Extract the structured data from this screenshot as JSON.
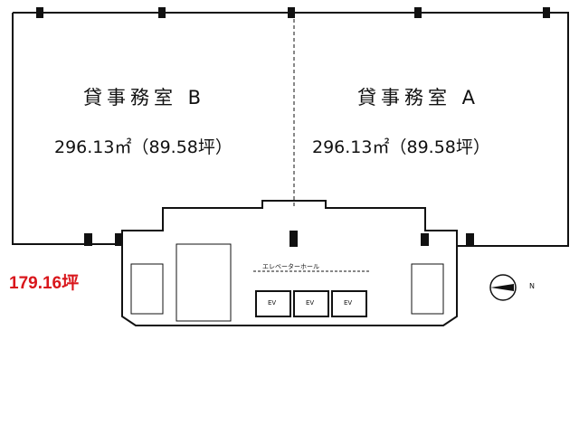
{
  "office_b": {
    "name": "貸事務室 B",
    "area": "296.13㎡（89.58坪）"
  },
  "office_a": {
    "name": "貸事務室 A",
    "area": "296.13㎡（89.58坪）"
  },
  "total_area": "179.16坪",
  "core": {
    "elevators": [
      "EV",
      "EV",
      "EV"
    ],
    "corridor": "エレベーターホール"
  },
  "compass": {
    "north": "N"
  },
  "colors": {
    "total": "#d9161b",
    "line": "#111111"
  }
}
